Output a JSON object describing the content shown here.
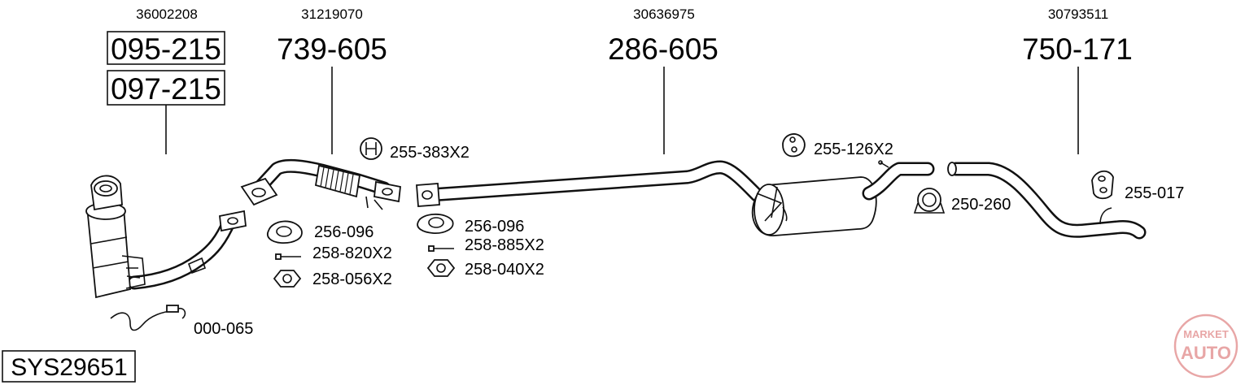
{
  "oem_numbers": {
    "front": "36002208",
    "downpipe": "31219070",
    "middle": "30636975",
    "rear": "30793511"
  },
  "main_parts": {
    "front_a": "095-215",
    "front_b": "097-215",
    "downpipe": "739-605",
    "middle": "286-605",
    "rear": "750-171"
  },
  "small_parts": {
    "p000_065": "000-065",
    "p256_096_a": "256-096",
    "p258_820": "258-820X2",
    "p258_056": "258-056X2",
    "p255_383": "255-383X2",
    "p256_096_b": "256-096",
    "p258_885": "258-885X2",
    "p258_040": "258-040X2",
    "p255_126": "255-126X2",
    "p250_260": "250-260",
    "p255_017": "255-017"
  },
  "system_code": "SYS29651",
  "logo": {
    "top": "MARKET",
    "bottom": "AUTO",
    "color": "#e8a6a6"
  }
}
